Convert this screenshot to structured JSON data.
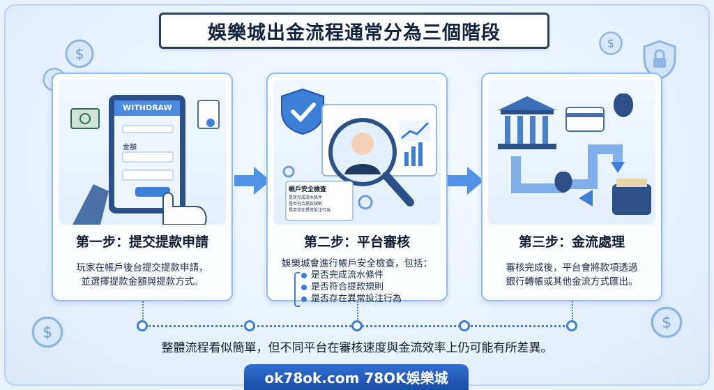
{
  "title": "娛樂城出金流程通常分為三個階段",
  "steps": [
    {
      "title": "第一步：提交提款申請",
      "desc_line1": "玩家在帳戶後台提交提款申請，",
      "desc_line2": "並選擇提款金額與提款方式。",
      "art": {
        "screen_label": "WITHDRAW",
        "field_label": "金額"
      }
    },
    {
      "title": "第二步：平台審核",
      "desc_intro": "娛樂城會進行帳戶安全檢查，包括：",
      "bullets": [
        "是否完成流水條件",
        "是否符合提款規則",
        "是否存在異常投注行為"
      ],
      "art": {
        "panel_title": "帳戶安全檢查",
        "panel_items": [
          "是否完成流水條件",
          "是否符合提款規則",
          "是否存在異常投注行為"
        ]
      }
    },
    {
      "title": "第三步：金流處理",
      "desc_line1": "審核完成後，平台會將款項透過",
      "desc_line2": "銀行轉帳或其他金流方式匯出。"
    }
  ],
  "footer": "整體流程看似簡單，但不同平台在審核速度與金流效率上仍可能有所差異。",
  "banner": "ok78ok.com  78OK娛樂城",
  "colors": {
    "accent": "#3b7fd6",
    "navy": "#14233d",
    "banner": "#1c4ea6"
  }
}
